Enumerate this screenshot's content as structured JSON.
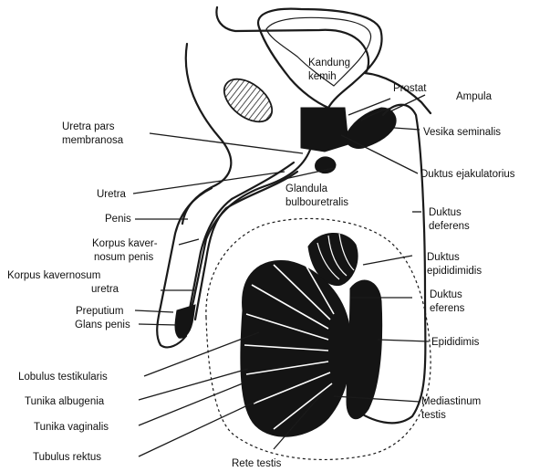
{
  "labels": {
    "kandung_kemih_1": "Kandung",
    "kandung_kemih_2": "kemih",
    "prostat": "Prostat",
    "ampula": "Ampula",
    "uretra_pars_1": "Uretra pars",
    "uretra_pars_2": "membranosa",
    "vesika": "Vesika seminalis",
    "duktus_ejak": "Duktus ejakulatorius",
    "uretra": "Uretra",
    "glandula_1": "Glandula",
    "glandula_2": "bulbouretralis",
    "penis": "Penis",
    "duktus_def_1": "Duktus",
    "duktus_def_2": "deferens",
    "korpus_kav_1": "Korpus kaver-",
    "korpus_kav_2": "nosum penis",
    "duktus_epi_1": "Duktus",
    "duktus_epi_2": "epididimidis",
    "korpus_ur_1": "Korpus kavernosum",
    "korpus_ur_2": "uretra",
    "duktus_ef_1": "Duktus",
    "duktus_ef_2": "eferens",
    "preputium": "Preputium",
    "glans": "Glans penis",
    "epididimis": "Epididimis",
    "lobulus": "Lobulus testikularis",
    "tunika_alb": "Tunika albugenia",
    "mediastinum_1": "Mediastinum",
    "mediastinum_2": "testis",
    "tunika_vag": "Tunika vaginalis",
    "tubulus": "Tubulus rektus",
    "rete": "Rete testis"
  },
  "colors": {
    "ink": "#141414",
    "background": "#ffffff"
  }
}
